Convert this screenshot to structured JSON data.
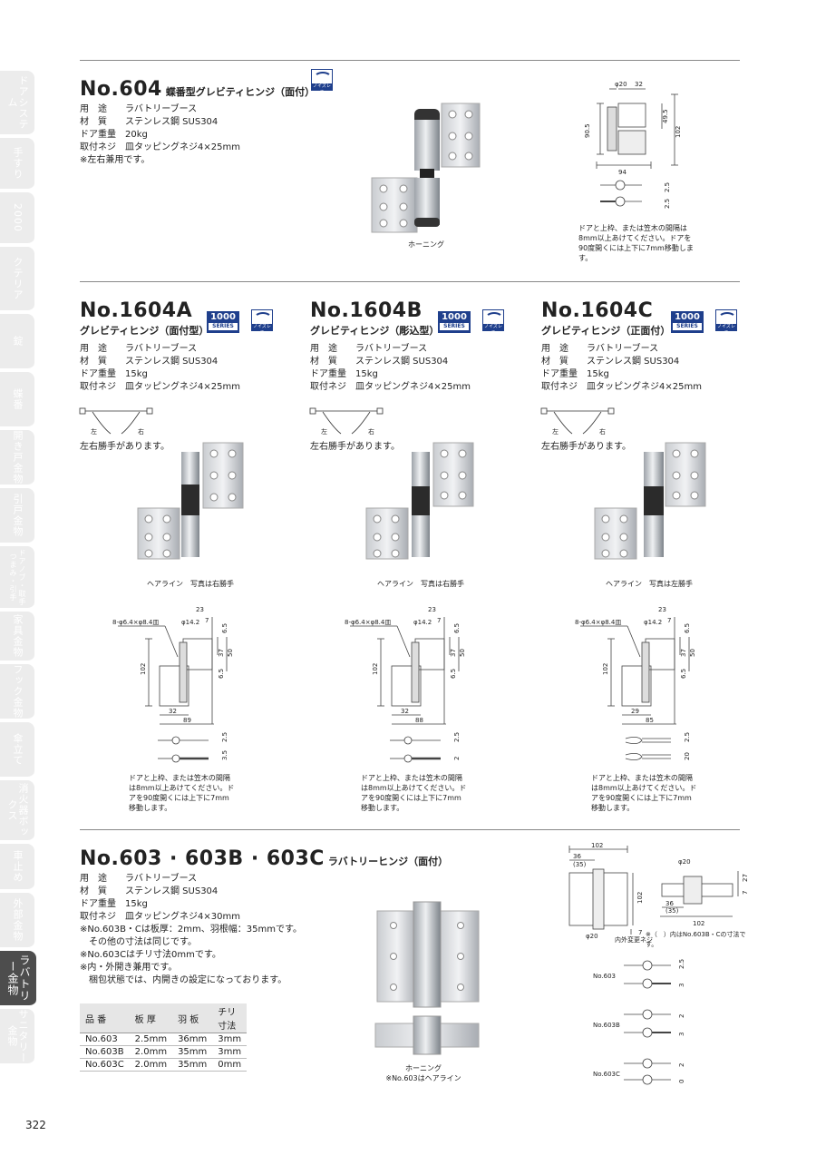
{
  "sidebar": {
    "tabs": [
      {
        "label": "ドアシステム"
      },
      {
        "label": "手すり"
      },
      {
        "label": "2000"
      },
      {
        "label": "クテリア"
      },
      {
        "label": "錠"
      },
      {
        "label": "蝶番"
      },
      {
        "label": "開き戸金物"
      },
      {
        "label": "引戸金物"
      },
      {
        "label": "ドアノブ・取手 つまみ・引手"
      },
      {
        "label": "家具金物"
      },
      {
        "label": "フック金物"
      },
      {
        "label": "傘立て"
      },
      {
        "label": "消火器ボックス"
      },
      {
        "label": "車止め"
      },
      {
        "label": "外部金物"
      },
      {
        "label": "ラバトリー金物"
      },
      {
        "label": "サニタリー金物"
      }
    ]
  },
  "section604": {
    "model": "No.604",
    "subtitle": "蝶番型グレビティヒンジ（面付）",
    "eco_label": "ノイズレス",
    "specs": [
      {
        "k": "用　途",
        "v": "ラバトリーブース"
      },
      {
        "k": "材　質",
        "v": "ステンレス鋼 SUS304"
      },
      {
        "k": "ドア重量",
        "v": "20kg"
      },
      {
        "k": "取付ネジ",
        "v": "皿タッピングネジ4×25mm"
      }
    ],
    "remark": "※左右兼用です。",
    "photo_caption": "ホーニング",
    "dims": {
      "d1": "φ20",
      "d2": "32",
      "d3": "90.5",
      "d4": "49.5",
      "d5": "102",
      "d6": "94",
      "d7": "2.5",
      "d8": "2.5"
    },
    "note": "ドアと上枠、または笠木の間隔は8mm以上あけてください。ドアを90度開くには上下に7mm移動します。"
  },
  "products1604": [
    {
      "model": "No.1604A",
      "subtitle": "グレビティヒンジ（面付型）",
      "badge": "1000",
      "badge_sub": "SERIES",
      "eco_label": "ノイズレス",
      "specs": [
        {
          "k": "用　途",
          "v": "ラバトリーブース"
        },
        {
          "k": "材　質",
          "v": "ステンレス鋼 SUS304"
        },
        {
          "k": "ドア重量",
          "v": "15kg"
        },
        {
          "k": "取付ネジ",
          "v": "皿タッピングネジ4×25mm"
        }
      ],
      "left": "左",
      "right": "右",
      "hand_note": "左右勝手があります。",
      "photo_caption": "ヘアライン　写真は右勝手",
      "dims": {
        "holes": "8-φ6.4×φ8.4皿",
        "d1": "φ14.2",
        "d2": "23",
        "d3": "7",
        "d4": "6.5",
        "d5": "37",
        "d6": "50",
        "d7": "102",
        "d8": "6.5",
        "d9": "32",
        "d10": "89",
        "d11": "2.5",
        "d12": "3.5"
      },
      "note": "ドアと上枠、または笠木の間隔は8mm以上あけてください。ドアを90度開くには上下に7mm移動します。"
    },
    {
      "model": "No.1604B",
      "subtitle": "グレビティヒンジ（彫込型）",
      "badge": "1000",
      "badge_sub": "SERIES",
      "eco_label": "ノイズレス",
      "specs": [
        {
          "k": "用　途",
          "v": "ラバトリーブース"
        },
        {
          "k": "材　質",
          "v": "ステンレス鋼 SUS304"
        },
        {
          "k": "ドア重量",
          "v": "15kg"
        },
        {
          "k": "取付ネジ",
          "v": "皿タッピングネジ4×25mm"
        }
      ],
      "left": "左",
      "right": "右",
      "hand_note": "左右勝手があります。",
      "photo_caption": "ヘアライン　写真は右勝手",
      "dims": {
        "holes": "8-φ6.4×φ8.4皿",
        "d1": "φ14.2",
        "d2": "23",
        "d3": "7",
        "d4": "6.5",
        "d5": "37",
        "d6": "50",
        "d7": "102",
        "d8": "6.5",
        "d9": "32",
        "d10": "88",
        "d11": "2.5",
        "d12": "2"
      },
      "note": "ドアと上枠、または笠木の間隔は8mm以上あけてください。ドアを90度開くには上下に7mm移動します。"
    },
    {
      "model": "No.1604C",
      "subtitle": "グレビティヒンジ（正面付）",
      "badge": "1000",
      "badge_sub": "SERIES",
      "eco_label": "ノイズレス",
      "specs": [
        {
          "k": "用　途",
          "v": "ラバトリーブース"
        },
        {
          "k": "材　質",
          "v": "ステンレス鋼 SUS304"
        },
        {
          "k": "ドア重量",
          "v": "15kg"
        },
        {
          "k": "取付ネジ",
          "v": "皿タッピングネジ4×25mm"
        }
      ],
      "left": "左",
      "right": "右",
      "hand_note": "左右勝手があります。",
      "photo_caption": "ヘアライン　写真は左勝手",
      "dims": {
        "holes": "8-φ6.4×φ8.4皿",
        "d1": "φ14.2",
        "d2": "23",
        "d3": "7",
        "d4": "6.5",
        "d5": "37",
        "d6": "50",
        "d7": "102",
        "d8": "6.5",
        "d9": "29",
        "d10": "85",
        "d11": "2.5",
        "d12": "20"
      },
      "note": "ドアと上枠、または笠木の間隔は8mm以上あけてください。ドアを90度開くには上下に7mm移動します。"
    }
  ],
  "section603": {
    "model": "No.603 · 603B · 603C",
    "subtitle": "ラバトリーヒンジ（面付）",
    "specs": [
      {
        "k": "用　途",
        "v": "ラバトリーブース"
      },
      {
        "k": "材　質",
        "v": "ステンレス鋼 SUS304"
      },
      {
        "k": "ドア重量",
        "v": "15kg"
      },
      {
        "k": "取付ネジ",
        "v": "皿タッピングネジ4×30mm"
      }
    ],
    "remarks": [
      "※No.603B・Cは板厚：2mm、羽根幅：35mmです。",
      "　その他の寸法は同じです。",
      "※No.603Cはチリ寸法0mmです。",
      "※内・外開き兼用です。",
      "　梱包状態では、内開きの設定になっております。"
    ],
    "table": {
      "headers": [
        "品 番",
        "板 厚",
        "羽 板",
        "チリ寸法"
      ],
      "rows": [
        [
          "No.603",
          "2.5mm",
          "36mm",
          "3mm"
        ],
        [
          "No.603B",
          "2.0mm",
          "35mm",
          "3mm"
        ],
        [
          "No.603C",
          "2.0mm",
          "35mm",
          "0mm"
        ]
      ]
    },
    "photo_caption": "ホーニング",
    "photo_caption2": "※No.603はヘアライン",
    "dims": {
      "w": "102",
      "a": "36",
      "a2": "(35)",
      "h": "102",
      "d": "φ20",
      "seven": "7",
      "adjust": "内外変更ネジ",
      "d_side": "φ20",
      "t1": "27",
      "t2": "7",
      "b": "36",
      "b2": "(35)",
      "w2": "102",
      "paren_note": "※（　）内はNo.603B・Cの寸法です。"
    },
    "pins": [
      {
        "label": "No.603",
        "g1": "2.5",
        "g2": "3"
      },
      {
        "label": "No.603B",
        "g1": "2",
        "g2": "3"
      },
      {
        "label": "No.603C",
        "g1": "2",
        "g2": "0"
      }
    ]
  },
  "page_number": "322",
  "colors": {
    "badge_blue": "#1f3f8c",
    "sidebar_active": "#4d4d4d",
    "sidebar": "#ececec"
  }
}
